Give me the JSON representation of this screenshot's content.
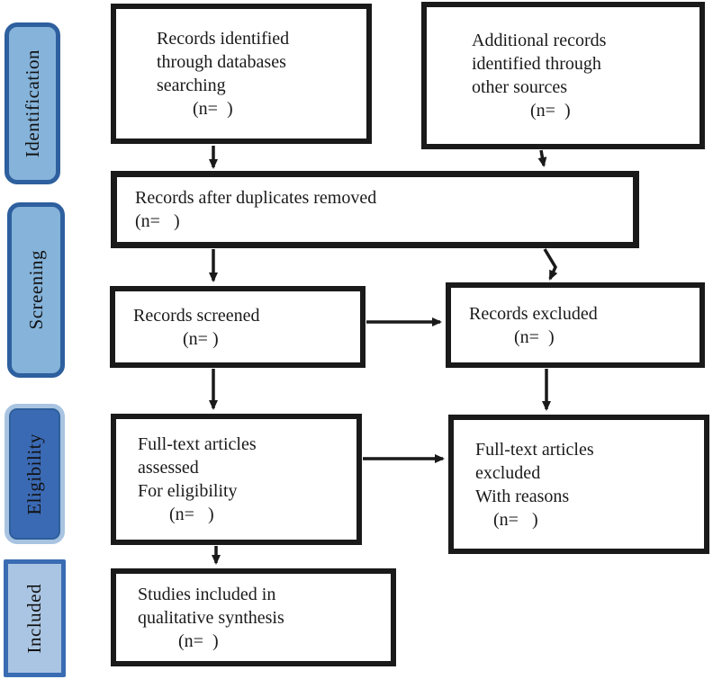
{
  "stages": [
    {
      "label": "Identification"
    },
    {
      "label": "Screening"
    },
    {
      "label": "Eligibility"
    },
    {
      "label": "Included"
    }
  ],
  "boxes": {
    "identified": {
      "text": "Records identified\nthrough databases\nsearching\n        (n=  )"
    },
    "additional": {
      "text": "Additional records\nidentified through\nother sources\n             (n=  )"
    },
    "deduplicated": {
      "text": "Records after duplicates removed\n(n=   )"
    },
    "screened": {
      "text": "Records screened\n           (n= )"
    },
    "excluded": {
      "text": "Records excluded\n          (n=  )"
    },
    "fulltext_assessed": {
      "text": "Full-text articles\nassessed\nFor eligibility\n       (n=   )"
    },
    "fulltext_excluded": {
      "text": "Full-text articles\nexcluded\nWith reasons\n    (n=   )"
    },
    "qualitative": {
      "text": "Studies included in\nqualitative synthesis\n         (n=  )"
    }
  },
  "colors": {
    "stage-medium-fill": "#85b3da",
    "stage-medium-border": "#2e5f9e",
    "stage-dark-fill": "#3b6ab4",
    "stage-dark-border": "#a9c4e1",
    "stage-light-fill": "#aac5e3",
    "stage-light-border": "#3a6cb3",
    "box-border": "#1a1a1a",
    "arrow": "#1a1a1a",
    "text": "#111111"
  }
}
